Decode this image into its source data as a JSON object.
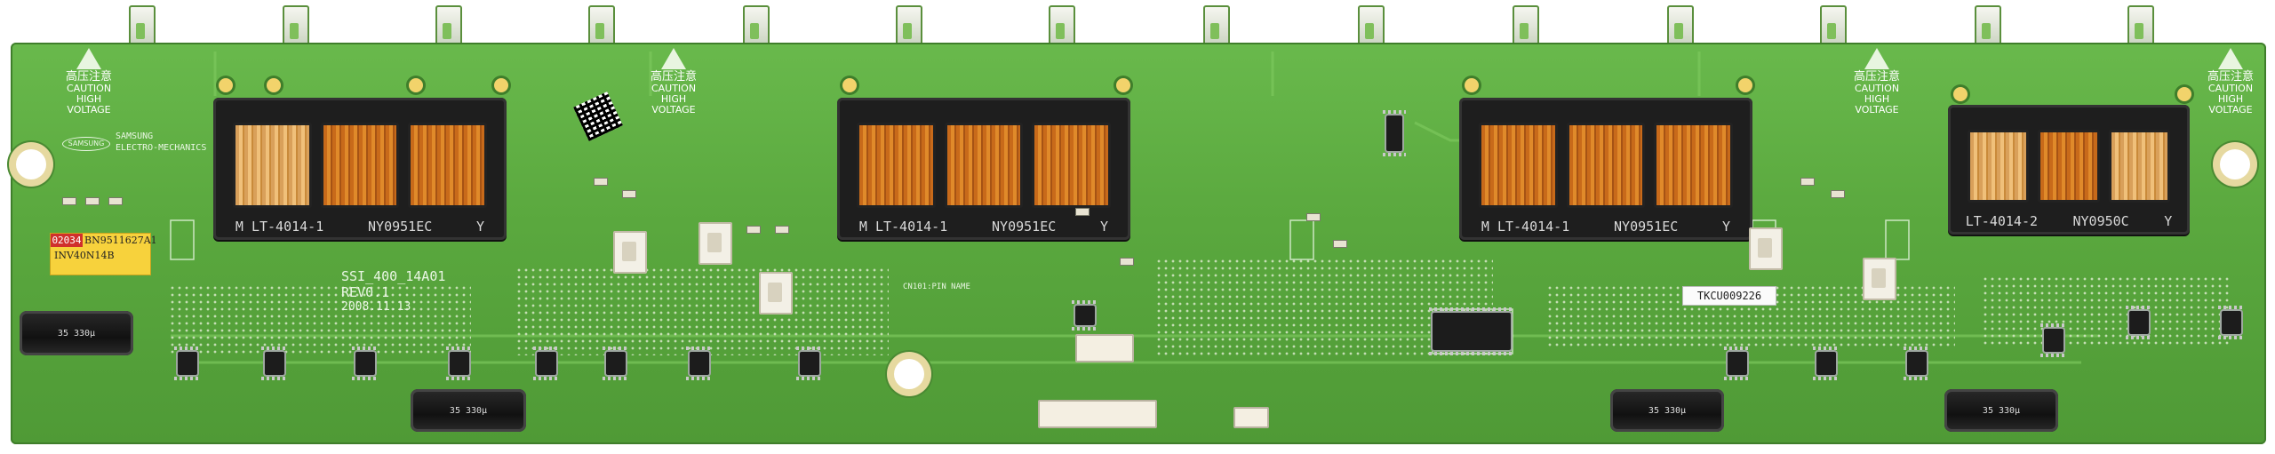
{
  "board": {
    "silkscreen": {
      "model": "SSI_400_14A01",
      "revision": "REV0.1",
      "date": "2008.11.13",
      "maker_line1": "SAMSUNG",
      "maker_line2": "ELECTRO-MECHANICS",
      "connector_label": "CN101:PIN NAME"
    },
    "warnings": [
      {
        "cn": "高压注意",
        "line1": "CAUTION",
        "line2": "HIGH",
        "line3": "VOLTAGE"
      },
      {
        "cn": "高压注意",
        "line1": "CAUTION",
        "line2": "HIGH",
        "line3": "VOLTAGE"
      },
      {
        "cn": "高压注意",
        "line1": "CAUTION",
        "line2": "HIGH",
        "line3": "VOLTAGE"
      },
      {
        "cn": "高压注意",
        "line1": "CAUTION",
        "line2": "HIGH",
        "line3": "VOLTAGE"
      }
    ],
    "transformers": [
      {
        "part": "M LT-4014-1",
        "code": "NY0951EC",
        "suffix": "Y"
      },
      {
        "part": "M LT-4014-1",
        "code": "NY0951EC",
        "suffix": "Y"
      },
      {
        "part": "M LT-4014-1",
        "code": "NY0951EC",
        "suffix": "Y"
      },
      {
        "part": "LT-4014-2",
        "code": "NY0950C",
        "suffix": "Y"
      }
    ],
    "stickers": {
      "yellow_red": "02034",
      "yellow_line1": "BN9511627A1",
      "yellow_line2": "INV40N14B",
      "white": "TKCU009226"
    },
    "capacitor_marking": "35 330μ",
    "colors": {
      "pcb_green": "#5aa83e",
      "silk_white": "#e9f6e3",
      "copper_orange": "#d97a22",
      "sticker_yellow": "#f7d23c"
    }
  }
}
